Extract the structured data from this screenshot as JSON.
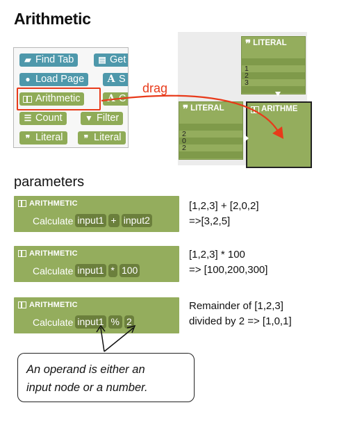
{
  "title": "Arithmetic",
  "palette": {
    "buttons": [
      {
        "label": "Find Tab",
        "icon": "folder-icon",
        "color": "#4e98ab"
      },
      {
        "label": "Get",
        "icon": "table-icon",
        "color": "#4e98ab"
      },
      {
        "label": "Load Page",
        "icon": "globe-icon",
        "color": "#4e98ab"
      },
      {
        "label": "S",
        "icon": "text-icon",
        "color": "#4e98ab"
      },
      {
        "label": "Arithmetic",
        "icon": "arithmetic-icon",
        "color": "#8fab57"
      },
      {
        "label": "C",
        "icon": "text-icon",
        "color": "#8fab57"
      },
      {
        "label": "Count",
        "icon": "list-icon",
        "color": "#8fab57"
      },
      {
        "label": "Filter",
        "icon": "filter-icon",
        "color": "#8fab57"
      },
      {
        "label": "Literal",
        "icon": "quote-icon",
        "color": "#8fab57"
      },
      {
        "label": "Literal",
        "icon": "quote-icon",
        "color": "#8fab57"
      }
    ],
    "highlight_color": "#e83a1a"
  },
  "drag": {
    "label": "drag",
    "literal_top": {
      "title": "LITERAL",
      "rows": [
        "",
        "1",
        "2",
        "3",
        ""
      ]
    },
    "literal_left": {
      "title": "LITERAL",
      "rows": [
        "",
        "2",
        "0",
        "2",
        ""
      ]
    },
    "arith_node": {
      "title": "ARITHME"
    }
  },
  "params_title": "parameters",
  "examples": [
    {
      "header": "ARITHMETIC",
      "prefix": "Calculate",
      "operand1": "input1",
      "operator": "+",
      "operand2": "input2",
      "desc_lines": [
        "[1,2,3] + [2,0,2]",
        "=>[3,2,5]"
      ]
    },
    {
      "header": "ARITHMETIC",
      "prefix": "Calculate",
      "operand1": "input1",
      "operator": "*",
      "operand2": "100",
      "desc_lines": [
        "[1,2,3] * 100",
        "=> [100,200,300]"
      ]
    },
    {
      "header": "ARITHMETIC",
      "prefix": "Calculate",
      "operand1": "input1",
      "operator": "%",
      "operand2": "2",
      "desc_lines": [
        "Remainder of [1,2,3]",
        "divided by 2 => [1,0,1]"
      ]
    }
  ],
  "callout": {
    "line1": "An operand is either an",
    "line2": "input node or a number."
  },
  "colors": {
    "node_green": "#94ad5d",
    "chip_dark": "#6b7f3c",
    "teal": "#4e98ab",
    "annotation_red": "#e83a1a"
  }
}
